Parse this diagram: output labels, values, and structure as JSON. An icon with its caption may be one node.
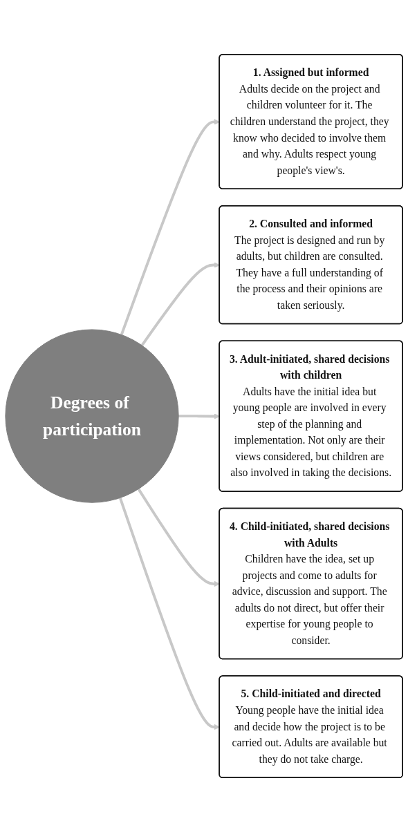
{
  "diagram": {
    "nodes": [
      {
        "text": [
          "Degrees of participation"
        ]
      },
      {
        "text": [
          "1. Assigned but informed",
          "Adults decide on the project and children volunteer for it. The children understand the project, they know who decided to involve them and why. Adults respect young people's view's."
        ]
      },
      {
        "text": [
          "2. Consulted and informed",
          "The project is designed and run by adults, but children are consulted. They have a full understanding of the process and their opinions are taken seriously."
        ]
      },
      {
        "text": [
          "3. Adult-initiated, shared decisions with children",
          "Adults have the initial idea but young people are involved in every step of the planning and implementation. Not only are their views considered, but children are also involved in taking the decisions."
        ]
      },
      {
        "text": [
          "4. Child-initiated, shared decisions with Adults",
          "Children have the idea, set up projects and come to adults for advice, discussion and support. The adults do not direct, but offer their expertise for young people to consider."
        ]
      },
      {
        "text": [
          "5. Child-initiated and directed",
          "Young people have the initial idea and decide how the project is to be carried out. Adults are available but they do not take charge."
        ]
      }
    ],
    "edges": [
      {
        "from": 0,
        "to": 1,
        "arrow": "to"
      },
      {
        "from": 0,
        "to": 2,
        "arrow": "to"
      },
      {
        "from": 0,
        "to": 3,
        "arrow": "to"
      },
      {
        "from": 0,
        "to": 4,
        "arrow": "to"
      },
      {
        "from": 0,
        "to": 5,
        "arrow": "to"
      }
    ]
  }
}
